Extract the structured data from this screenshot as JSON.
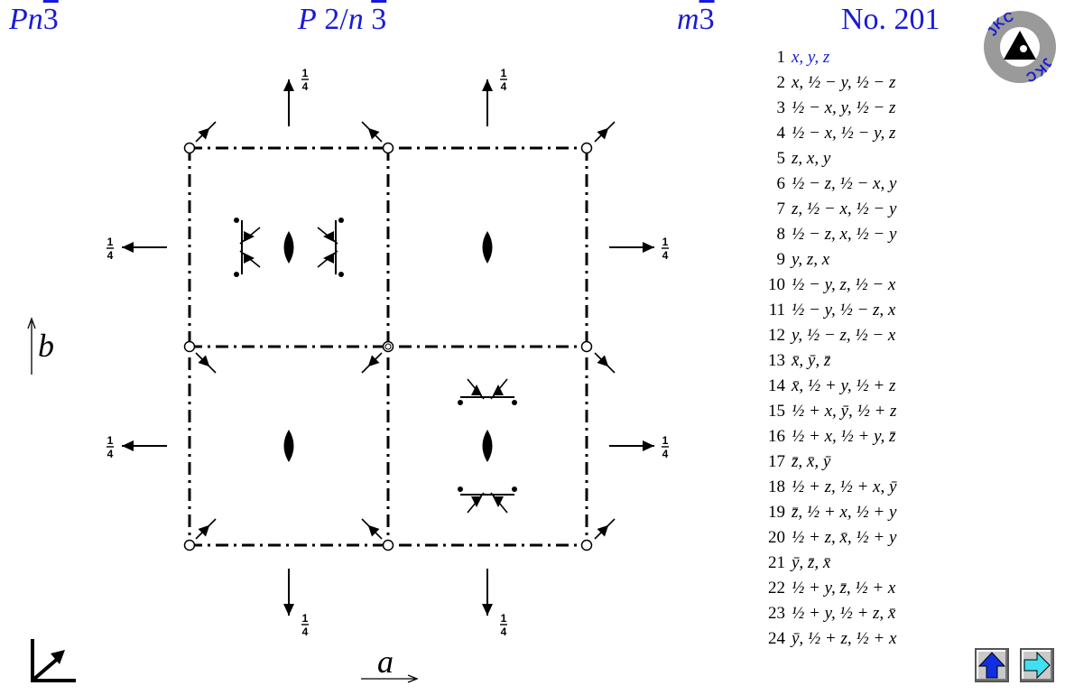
{
  "header": {
    "short_symbol": {
      "main": "Pn",
      "bar": "3"
    },
    "full_symbol": {
      "p": "P",
      "middle": " 2/",
      "n": "n",
      "space": " ",
      "bar": "3"
    },
    "point_group": {
      "m": "m",
      "bar": "3"
    },
    "number": "No. 201"
  },
  "logo": {
    "text": "JKC"
  },
  "axes": {
    "a": "a",
    "b": "b"
  },
  "diagram": {
    "height_label_num": "1",
    "height_label_den": "4"
  },
  "operations": [
    {
      "n": "1",
      "t": "x, y, z"
    },
    {
      "n": "2",
      "t": "x, ½ − y, ½ − z"
    },
    {
      "n": "3",
      "t": "½ − x, y, ½ − z"
    },
    {
      "n": "4",
      "t": "½ − x, ½ − y, z"
    },
    {
      "n": "5",
      "t": "z, x, y"
    },
    {
      "n": "6",
      "t": "½ − z, ½ − x, y"
    },
    {
      "n": "7",
      "t": "z, ½ − x, ½ − y"
    },
    {
      "n": "8",
      "t": "½ − z, x, ½ − y"
    },
    {
      "n": "9",
      "t": "y, z, x"
    },
    {
      "n": "10",
      "t": "½ − y, z, ½ − x"
    },
    {
      "n": "11",
      "t": "½ − y, ½ − z, x"
    },
    {
      "n": "12",
      "t": "y, ½ − z, ½ − x"
    },
    {
      "n": "13",
      "t": "x̄, ȳ, z̄"
    },
    {
      "n": "14",
      "t": "x̄, ½ + y, ½ + z"
    },
    {
      "n": "15",
      "t": "½ + x, ȳ, ½ + z"
    },
    {
      "n": "16",
      "t": "½ + x, ½ + y, z̄"
    },
    {
      "n": "17",
      "t": "z̄, x̄, ȳ"
    },
    {
      "n": "18",
      "t": "½ + z, ½ + x, ȳ"
    },
    {
      "n": "19",
      "t": "z̄, ½ + x, ½ + y"
    },
    {
      "n": "20",
      "t": "½ + z, x̄, ½ + y"
    },
    {
      "n": "21",
      "t": "ȳ, z̄, x̄"
    },
    {
      "n": "22",
      "t": "½ + y, z̄, ½ + x"
    },
    {
      "n": "23",
      "t": "½ + y, ½ + z, x̄"
    },
    {
      "n": "24",
      "t": "ȳ, ½ + z, ½ + x"
    }
  ],
  "colors": {
    "title": "#1a1ad6",
    "nav_up": "#1030e0",
    "nav_next": "#40e0f0",
    "logo_ring": "#9a9a9a",
    "logo_text": "#1a1ad6"
  },
  "nav": {
    "up_icon": "up-arrow-icon",
    "next_icon": "right-arrow-icon"
  }
}
